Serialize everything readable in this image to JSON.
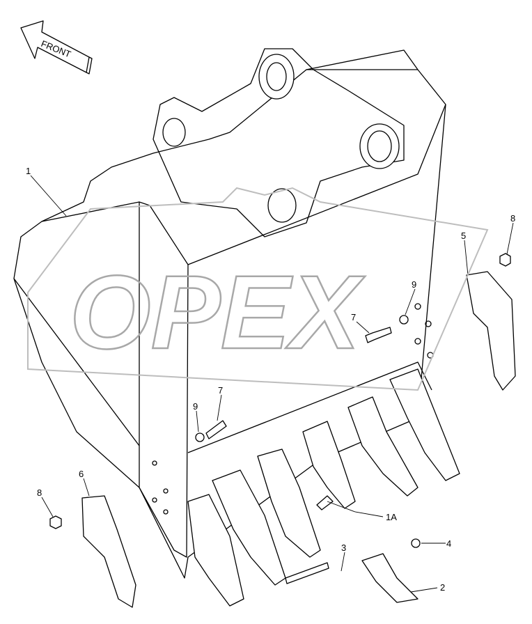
{
  "diagram": {
    "front_arrow_label": "FRONT",
    "watermark": "OPEX",
    "callouts": {
      "c1": "1",
      "c1a": "1A",
      "c2": "2",
      "c3": "3",
      "c4": "4",
      "c5": "5",
      "c6": "6",
      "c7a": "7",
      "c7b": "7",
      "c8a": "8",
      "c8b": "8",
      "c9a": "9",
      "c9b": "9"
    }
  }
}
